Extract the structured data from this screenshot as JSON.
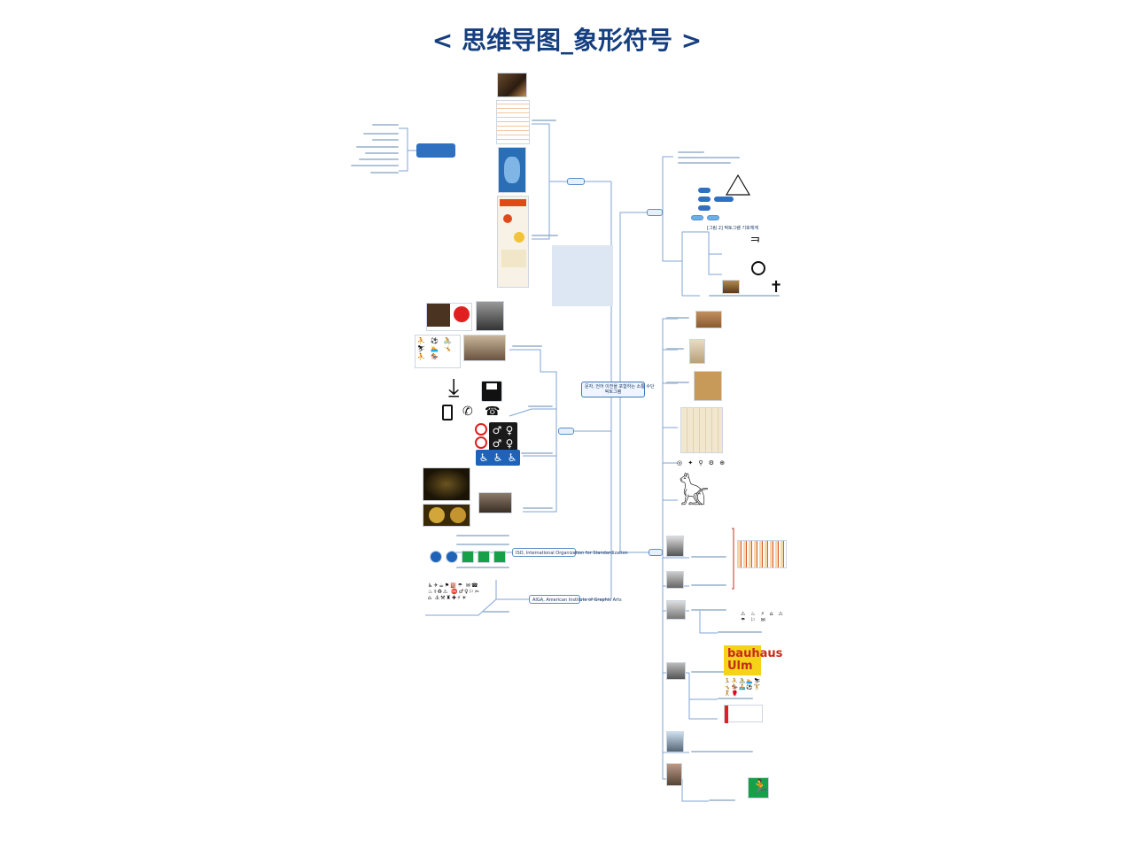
{
  "title": "< 思维导图_象形符号 >",
  "center_node": {
    "line1": "문자, 언어 이전을 포함하는 소통 수단",
    "line2": "픽토그램"
  },
  "branches": {
    "iso": "ISO, International Organization for Standardization",
    "aiga": "AIGA, American Institute of Graphic Arts"
  },
  "labels": {
    "diagram_caption": "[그림 2] 픽토그램 기호체계",
    "bauhaus_line1": "bauhaus",
    "bauhaus_line2": "Ulm"
  },
  "colors": {
    "title": "#163f80",
    "connector": "#7fa6d6",
    "node_fill": "#e6f0fb",
    "node_border": "#5b8fc9",
    "accent_red": "#e02020",
    "accent_blue": "#1f63b8",
    "exit_green": "#18a048"
  },
  "icons": [
    "download-icon",
    "floppy-disk-icon",
    "smartphone-icon",
    "phone-handset-icon",
    "telephone-icon",
    "no-smoking-icon",
    "man-restroom-icon",
    "woman-restroom-icon",
    "wheelchair-icon",
    "cross-icon",
    "emergency-exit-icon",
    "olympic-rings-icon",
    "hieroglyph-icon"
  ]
}
